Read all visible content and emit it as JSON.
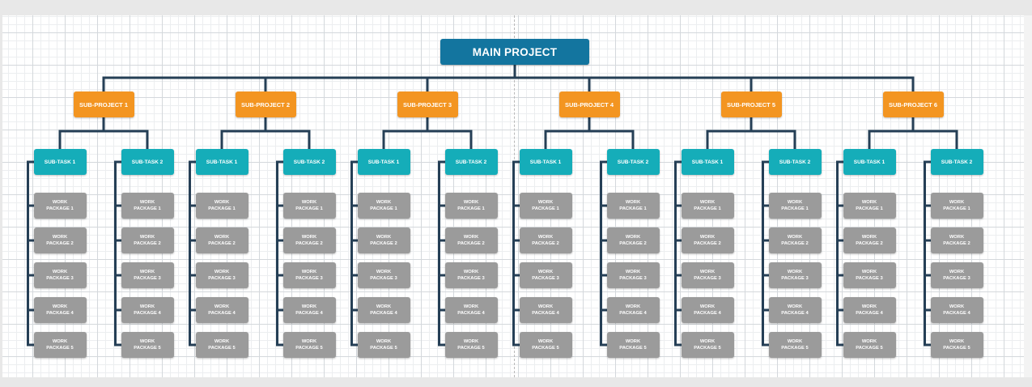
{
  "colors": {
    "main": "#13759f",
    "sub_project": "#f39521",
    "sub_task": "#15adb9",
    "work_package": "#9b9b9b",
    "connector": "#253f56"
  },
  "main_project": {
    "label": "MAIN PROJECT"
  },
  "sub_projects": [
    {
      "label": "SUB-PROJECT 1",
      "tasks": [
        {
          "label": "SUB-TASK 1",
          "packages": [
            "WORK PACKAGE 1",
            "WORK PACKAGE 2",
            "WORK PACKAGE 3",
            "WORK PACKAGE 4",
            "WORK PACKAGE 5"
          ]
        },
        {
          "label": "SUB-TASK 2",
          "packages": [
            "WORK PACKAGE 1",
            "WORK PACKAGE 2",
            "WORK PACKAGE 3",
            "WORK PACKAGE 4",
            "WORK PACKAGE 5"
          ]
        }
      ]
    },
    {
      "label": "SUB-PROJECT 2",
      "tasks": [
        {
          "label": "SUB-TASK 1",
          "packages": [
            "WORK PACKAGE 1",
            "WORK PACKAGE 2",
            "WORK PACKAGE 3",
            "WORK PACKAGE 4",
            "WORK PACKAGE 5"
          ]
        },
        {
          "label": "SUB-TASK 2",
          "packages": [
            "WORK PACKAGE 1",
            "WORK PACKAGE 2",
            "WORK PACKAGE 3",
            "WORK PACKAGE 4",
            "WORK PACKAGE 5"
          ]
        }
      ]
    },
    {
      "label": "SUB-PROJECT 3",
      "tasks": [
        {
          "label": "SUB-TASK 1",
          "packages": [
            "WORK PACKAGE 1",
            "WORK PACKAGE 2",
            "WORK PACKAGE 3",
            "WORK PACKAGE 4",
            "WORK PACKAGE 5"
          ]
        },
        {
          "label": "SUB-TASK 2",
          "packages": [
            "WORK PACKAGE 1",
            "WORK PACKAGE 2",
            "WORK PACKAGE 3",
            "WORK PACKAGE 4",
            "WORK PACKAGE 5"
          ]
        }
      ]
    },
    {
      "label": "SUB-PROJECT 4",
      "tasks": [
        {
          "label": "SUB-TASK 1",
          "packages": [
            "WORK PACKAGE 1",
            "WORK PACKAGE 2",
            "WORK PACKAGE 3",
            "WORK PACKAGE 4",
            "WORK PACKAGE 5"
          ]
        },
        {
          "label": "SUB-TASK 2",
          "packages": [
            "WORK PACKAGE 1",
            "WORK PACKAGE 2",
            "WORK PACKAGE 3",
            "WORK PACKAGE 4",
            "WORK PACKAGE 5"
          ]
        }
      ]
    },
    {
      "label": "SUB-PROJECT 5",
      "tasks": [
        {
          "label": "SUB-TASK 1",
          "packages": [
            "WORK PACKAGE 1",
            "WORK PACKAGE 2",
            "WORK PACKAGE 3",
            "WORK PACKAGE 4",
            "WORK PACKAGE 5"
          ]
        },
        {
          "label": "SUB-TASK 2",
          "packages": [
            "WORK PACKAGE 1",
            "WORK PACKAGE 2",
            "WORK PACKAGE 3",
            "WORK PACKAGE 4",
            "WORK PACKAGE 5"
          ]
        }
      ]
    },
    {
      "label": "SUB-PROJECT 6",
      "tasks": [
        {
          "label": "SUB-TASK 1",
          "packages": [
            "WORK PACKAGE 1",
            "WORK PACKAGE 2",
            "WORK PACKAGE 3",
            "WORK PACKAGE 4",
            "WORK PACKAGE 5"
          ]
        },
        {
          "label": "SUB-TASK 2",
          "packages": [
            "WORK PACKAGE 1",
            "WORK PACKAGE 2",
            "WORK PACKAGE 3",
            "WORK PACKAGE 4",
            "WORK PACKAGE 5"
          ]
        }
      ]
    }
  ]
}
